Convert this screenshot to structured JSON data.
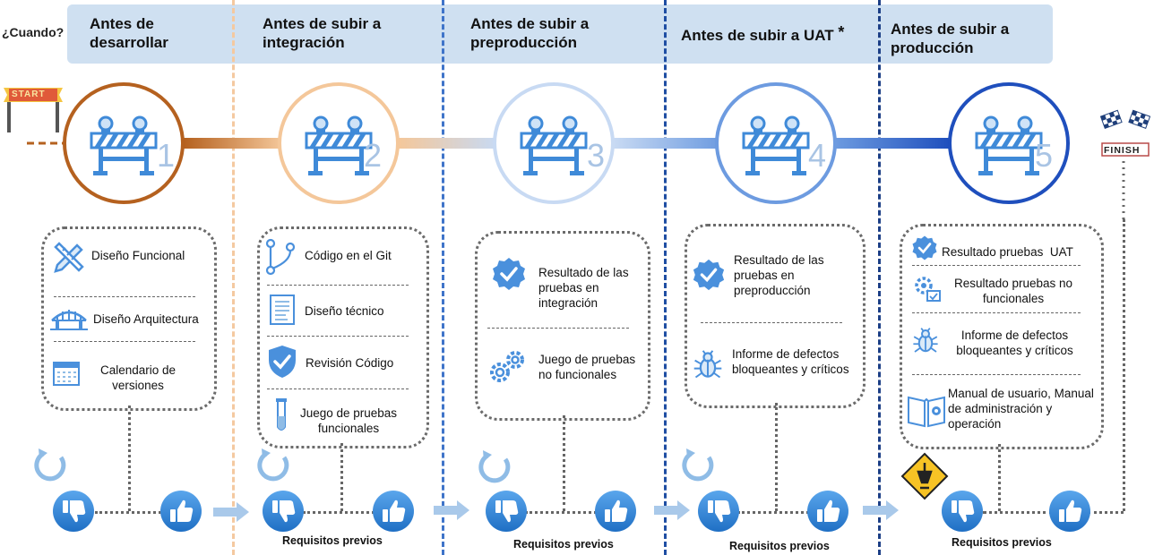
{
  "when_label": "¿Cuando?",
  "stages": [
    {
      "title": "Antes de desarrollar",
      "number": "1",
      "requirements_label": ""
    },
    {
      "title": "Antes de subir a integración",
      "number": "2",
      "requirements_label": "Requisitos previos"
    },
    {
      "title": "Antes de subir a preproducción",
      "number": "3",
      "requirements_label": "Requisitos previos"
    },
    {
      "title": "Antes de subir a UAT",
      "title_mark": "*",
      "number": "4",
      "requirements_label": "Requisitos previos"
    },
    {
      "title": "Antes de subir a producción",
      "number": "5",
      "requirements_label": "Requisitos previos"
    }
  ],
  "deliverables": [
    [
      "Diseño Funcional",
      "Diseño Arquitectura",
      "Calendario de versiones"
    ],
    [
      "Código en el Git",
      "Diseño técnico",
      "Revisión Código",
      "Juego de pruebas funcionales"
    ],
    [
      "Resultado de las pruebas en integración",
      "Juego de pruebas no funcionales"
    ],
    [
      "Resultado de las pruebas en preproducción",
      "Informe de defectos bloqueantes y críticos"
    ],
    [
      "Resultado pruebas  UAT",
      "Resultado pruebas no funcionales",
      "Informe de defectos bloqueantes y críticos",
      "Manual de usuario, Manual de administración y operación"
    ]
  ],
  "start_label": "START",
  "finish_label": "FINISH",
  "colors": {
    "header": "#cfe0f1",
    "stage1": "#b5611f",
    "stage2": "#f4c79a",
    "stage3": "#c8daf3",
    "stage4": "#6d9be0",
    "stage5": "#1f4fbd",
    "icon_blue": "#3f8ad8"
  },
  "icons": [
    "start-banner-icon",
    "finish-flag-icon",
    "barrier-icon",
    "thumbs-up-icon",
    "thumbs-down-icon",
    "refresh-icon",
    "warning-sign-icon",
    "arrow-right-icon"
  ]
}
